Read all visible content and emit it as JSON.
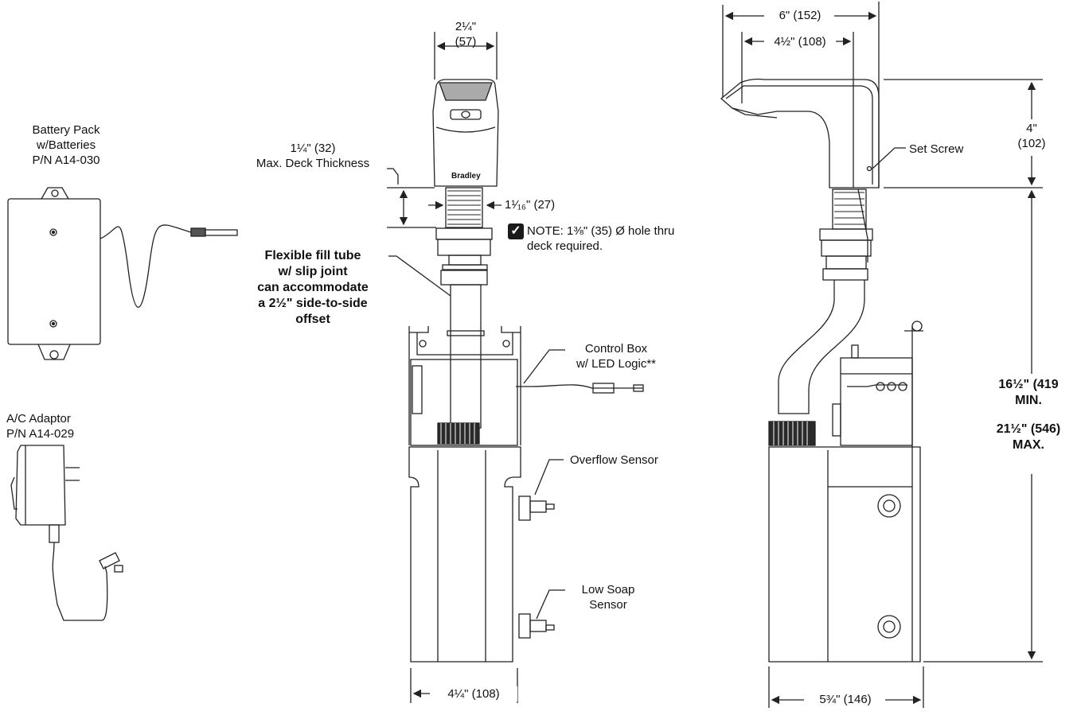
{
  "battery_pack": {
    "line1": "Battery Pack",
    "line2": "w/Batteries",
    "line3": "P/N A14-030"
  },
  "ac_adaptor": {
    "line1": "A/C Adaptor",
    "line2": "P/N A14-029"
  },
  "front_view": {
    "width_top": {
      "line1": "2¼\"",
      "line2": "(57)"
    },
    "deck_thickness": {
      "line1": "1¼\" (32)",
      "line2": "Max. Deck Thickness"
    },
    "shank": "1¹⁄₁₆\" (27)",
    "note": {
      "line1": "NOTE: 1⅜\" (35) Ø hole thru",
      "line2": "deck required."
    },
    "fill_tube": {
      "line1": "Flexible fill tube",
      "line2": "w/ slip joint",
      "line3": "can accommodate",
      "line4": "a 2½\" side-to-side",
      "line5": "offset"
    },
    "control_box": {
      "line1": "Control Box",
      "line2": "w/ LED Logic**"
    },
    "overflow_sensor": "Overflow Sensor",
    "low_soap": {
      "line1": "Low Soap",
      "line2": "Sensor"
    },
    "width_bottom": "4¼\" (108)",
    "brand": "Bradley"
  },
  "side_view": {
    "reach_total": "6\" (152)",
    "reach_spout": "4½\" (108)",
    "height_spout": {
      "line1": "4\"",
      "line2": "(102)"
    },
    "set_screw": "Set Screw",
    "height_min": {
      "line1": "16½\" (419",
      "line2": "MIN."
    },
    "height_max": {
      "line1": "21½\" (546)",
      "line2": "MAX."
    },
    "width_bottom": "5¾\" (146)"
  }
}
